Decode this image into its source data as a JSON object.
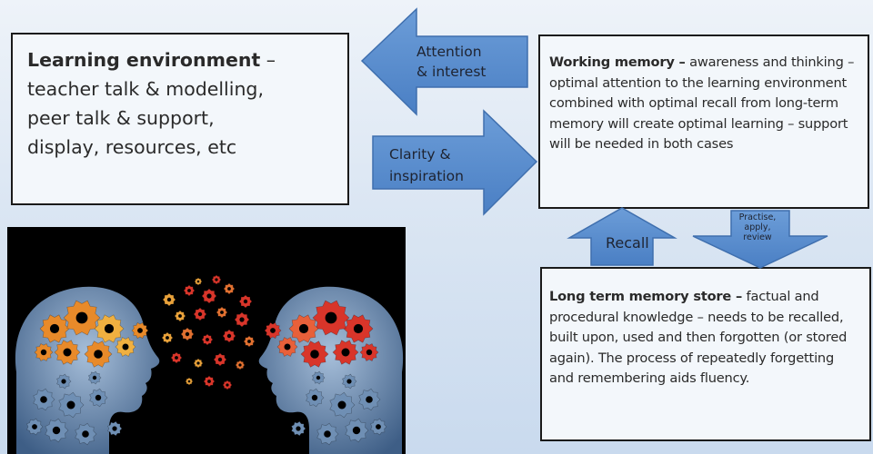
{
  "learning_environment": {
    "title": "Learning environment",
    "title_suffix": " –",
    "line2": "teacher talk & modelling,",
    "line3": "peer talk & support,",
    "line4": "display, resources, etc"
  },
  "working_memory": {
    "title": "Working memory –",
    "body": " awareness and thinking – optimal attention to the learning environment combined with optimal recall from long-term memory will create optimal learning – support will be needed in both cases"
  },
  "long_term_memory": {
    "title": "Long term memory store –",
    "body": " factual and procedural knowledge – needs to be recalled, built upon, used and then forgotten (or stored again). The process of repeatedly forgetting and remembering aids fluency."
  },
  "arrows": {
    "attention": {
      "line1": "Attention",
      "line2": "& interest"
    },
    "clarity": {
      "line1": "Clarity &",
      "line2": "inspiration"
    },
    "recall": "Recall",
    "practise": {
      "line1": "Practise,",
      "line2": "apply,",
      "line3": "review"
    }
  },
  "colors": {
    "arrow_fill": "#5b8fd0",
    "arrow_stroke": "#3f6fae",
    "box_border": "#1a1a1a",
    "background": "#dbe6f3",
    "gear_orange": "#e88a2a",
    "gear_red": "#d8352a",
    "gear_blue": "#6f8fb4"
  },
  "image": {
    "subject": "two-heads-with-gears"
  }
}
